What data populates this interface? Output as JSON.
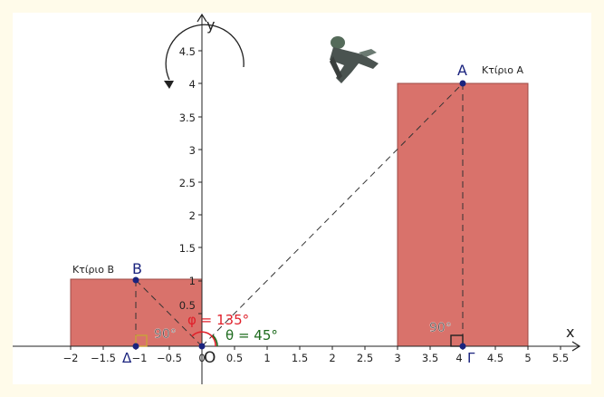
{
  "axes": {
    "x_label": "x",
    "y_label": "y",
    "x_ticks": [
      "−2",
      "−1.5",
      "−1",
      "−0.5",
      "0",
      "0.5",
      "1",
      "1.5",
      "2",
      "2.5",
      "3",
      "3.5",
      "4",
      "4.5",
      "5",
      "5.5"
    ],
    "y_ticks": [
      "0.5",
      "1",
      "1.5",
      "2",
      "2.5",
      "3",
      "3.5",
      "4",
      "4.5"
    ]
  },
  "buildings": {
    "a_label": "Κτίριο Α",
    "b_label": "Κτίριο Β"
  },
  "points": {
    "A": "A",
    "B": "B",
    "Gamma": "Γ",
    "Delta": "Δ",
    "O": "O"
  },
  "angles": {
    "phi": "φ = 135°",
    "theta": "θ = 45°",
    "right_angle_b": "90°",
    "right_angle_a": "90°"
  },
  "colors": {
    "building_fill": "#d9726b",
    "building_stroke": "#9c4a44",
    "phi": "#e0202a",
    "theta": "#1e6b1e",
    "point": "#1a237e",
    "right_angle_b_marker": "#c8a23a"
  },
  "icons": {
    "rotation": "rotation-arrow-icon",
    "jumper": "jumper-figure-icon"
  }
}
